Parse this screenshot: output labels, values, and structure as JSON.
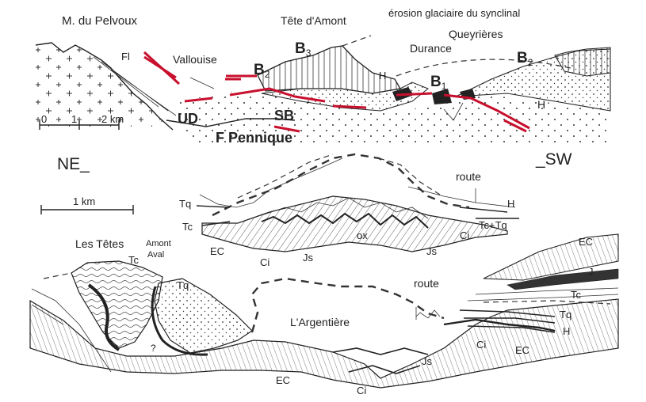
{
  "colors": {
    "fault": "#c8102e",
    "ink": "#222222",
    "dark_unit": "#333333"
  },
  "section1": {
    "peak_pelvoux": "M. du Pelvoux",
    "peak_tete": "Tête d'Amont",
    "caption_erosion": "érosion glaciaire du synclinal",
    "valley_durance": "Durance",
    "village_queyrieres": "Queyrières",
    "village_vallouise": "Vallouise",
    "unit_fl": "Fl",
    "unit_b": "B",
    "sub_b3": "3",
    "sub_b2": "2",
    "sub_b1": "1",
    "unit_h": "H",
    "unit_ud": "UD",
    "unit_sb": "SB",
    "fault_label": "F Pennique",
    "scale_ticks": [
      "0",
      "1",
      "2 km"
    ]
  },
  "section2": {
    "orient_ne": "NE_",
    "orient_sw": "_SW",
    "scale": "1 km",
    "route": "route",
    "labels": {
      "tq": "Tq",
      "tc": "Tc",
      "ec": "EC",
      "ci_left": "Ci",
      "js_left": "Js",
      "ox": "ox",
      "js_right": "Js",
      "ci_right": "Ci",
      "tctq": "Tc+Tq",
      "h": "H"
    }
  },
  "section3": {
    "les_tetes": "Les Têtes",
    "amont": "Amont",
    "aval": "Aval",
    "argentiere": "L'Argentière",
    "route": "route",
    "question": "?",
    "labels": {
      "tc_left": "Tc",
      "tq_left": "Tq",
      "ec_bottom": "EC",
      "ci_bottom": "Ci",
      "js": "Js",
      "ci_right": "Ci",
      "ec_mid": "EC",
      "ec_top": "EC",
      "j": "J",
      "tc_right": "Tc",
      "tq_right": "Tq",
      "h": "H"
    }
  }
}
